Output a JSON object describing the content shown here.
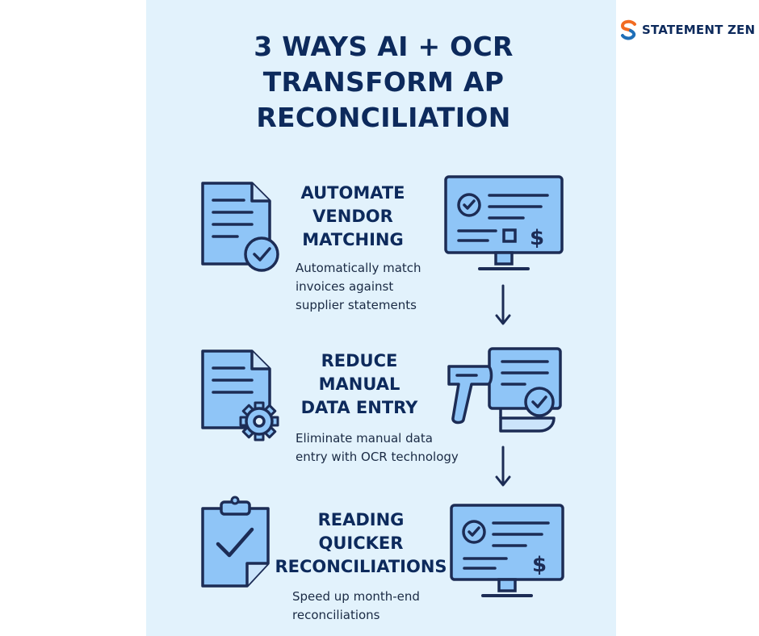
{
  "brand": {
    "name": "STATEMENT ZEN",
    "logo_icon": "s-logo-icon",
    "colors": {
      "orange": "#f26b21",
      "blue": "#1f6fb8"
    }
  },
  "title": {
    "line1": "3 WAYS AI + OCR",
    "line2": "TRANSFORM AP",
    "line3": "RECONCILIATION"
  },
  "colors": {
    "background": "#e2f2fc",
    "navy": "#0d2a5c",
    "icon_fill": "#8fc5f7",
    "icon_stroke": "#1c2c55"
  },
  "steps": [
    {
      "heading": [
        "AUTOMATE",
        "VENDOR",
        "MATCHING"
      ],
      "description": [
        "Automatically match",
        "invoices against",
        "supplier statements"
      ],
      "left_icon": "document-check-icon",
      "right_icon": "monitor-invoice-icon"
    },
    {
      "heading": [
        "REDUCE",
        "MANUAL",
        "DATA ENTRY"
      ],
      "description": [
        "Eliminate manual data",
        "entry with OCR technology"
      ],
      "left_icon": "document-gear-icon",
      "right_icon": "barcode-scanner-icon"
    },
    {
      "heading": [
        "READING",
        "QUICKER",
        "RECONCILIATIONS"
      ],
      "description": [
        "Speed up month-end",
        "reconciliations"
      ],
      "left_icon": "clipboard-check-icon",
      "right_icon": "monitor-invoice-icon"
    }
  ]
}
